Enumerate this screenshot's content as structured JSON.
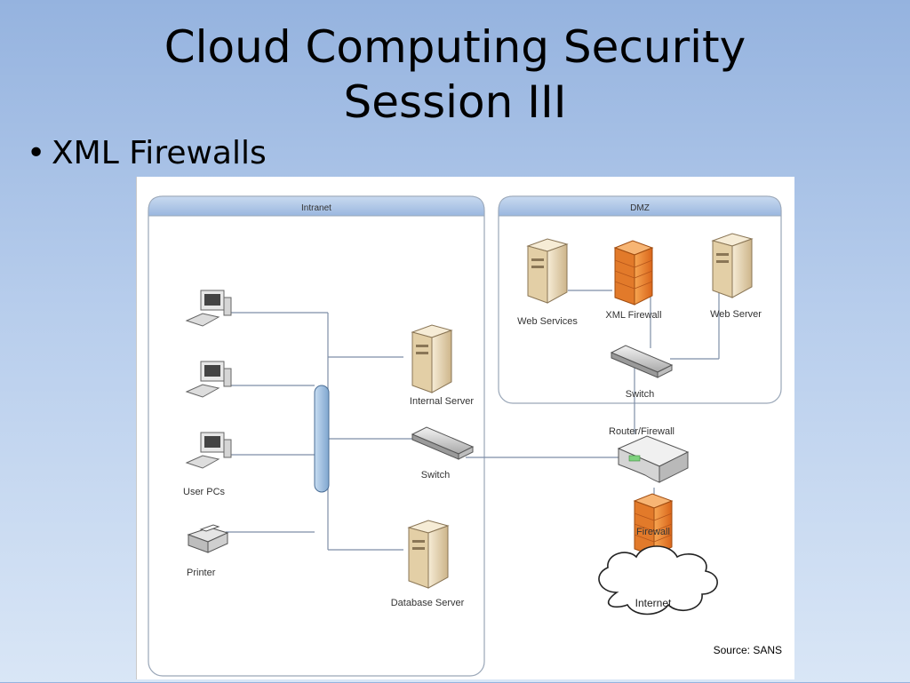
{
  "slide": {
    "title_line1": "Cloud Computing Security",
    "title_line2": "Session III",
    "bullet": "XML Firewalls",
    "bullet_symbol": "•"
  },
  "diagram": {
    "zones": {
      "intranet": "Intranet",
      "dmz": "DMZ"
    },
    "labels": {
      "user_pcs": "User PCs",
      "printer": "Printer",
      "internal_server": "Internal Server",
      "switch_intranet": "Switch",
      "database_server": "Database Server",
      "web_services": "Web Services",
      "xml_firewall": "XML Firewall",
      "web_server": "Web Server",
      "switch_dmz": "Switch",
      "router_firewall": "Router/Firewall",
      "firewall": "Firewall",
      "internet": "Internet"
    },
    "source": "Source: SANS",
    "colors": {
      "zone_header": "#a9c4e6",
      "firewall": "#f08a2c",
      "server": "#ead9b8",
      "backbone": "#9fbfdf",
      "line": "#7e8ea6"
    }
  }
}
